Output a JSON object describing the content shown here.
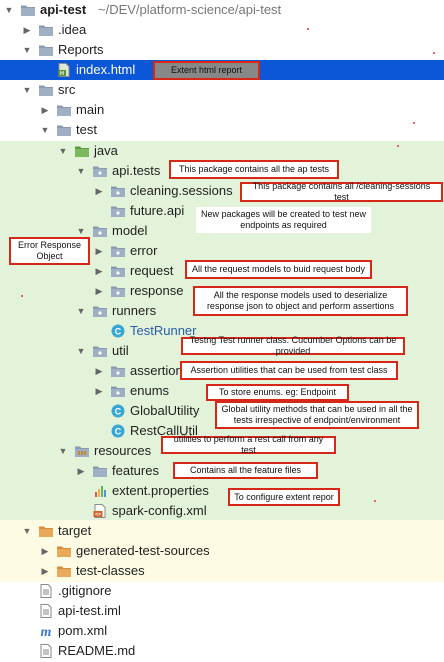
{
  "tree": {
    "project": {
      "name": "api-test",
      "path": "~/DEV/platform-science/api-test"
    },
    "idea": ".idea",
    "reports": "Reports",
    "index_html": "index.html",
    "src": "src",
    "main": "main",
    "test": "test",
    "java": "java",
    "api_tests": "api.tests",
    "cleaning_sessions": "cleaning.sessions",
    "future_api": "future.api",
    "model": "model",
    "error": "error",
    "request": "request",
    "response": "response",
    "runners": "runners",
    "test_runner": "TestRunner",
    "util": "util",
    "assertion": "assertion",
    "enums": "enums",
    "global_utility": "GlobalUtility",
    "rest_call_util": "RestCallUtil",
    "resources": "resources",
    "features": "features",
    "extent_properties": "extent.properties",
    "spark_config": "spark-config.xml",
    "target": "target",
    "generated_test_sources": "generated-test-sources",
    "test_classes": "test-classes",
    "gitignore": ".gitignore",
    "api_test_iml": "api-test.iml",
    "pom_xml": "pom.xml",
    "readme": "README.md"
  },
  "annotations": {
    "extent_report": "Extent html report",
    "api_tests": "This package contains all the ap tests",
    "cleaning_sessions": "This package contains all /cleaning-sessions test",
    "future_api": "New packages will be created  to test new endpoints as required",
    "error_response": "Error Response Object",
    "request": "All the request models to buid request body",
    "response": "All the response models used to deserialize response json to object and perform assertions",
    "test_runner": "Testng Test runner class. Cucumber Options can be provided",
    "assertion": "Assertion utilities that can be used from test class",
    "enums": "To store enums. eg: Endpoint",
    "global_utility": "Global utility methods that can be used in all the tests irrespective of endpoint/environment",
    "rest_call": "utilities to perform a rest call from any test",
    "features": "Contains all the feature files",
    "extent_config": "To configure extent repor"
  },
  "colors": {
    "selection": "#0c56d8",
    "test_band": "#e3f3d9",
    "target_band": "#fdfbe4",
    "annotation_border": "#d62718",
    "folder": "#8a9bb0",
    "excluded_folder": "#e0a24e",
    "class_icon": "#3aa6d6"
  },
  "icons": {
    "folder": "folder-icon",
    "package": "package-icon",
    "class": "class-icon",
    "file": "file-icon",
    "maven": "maven-icon"
  }
}
